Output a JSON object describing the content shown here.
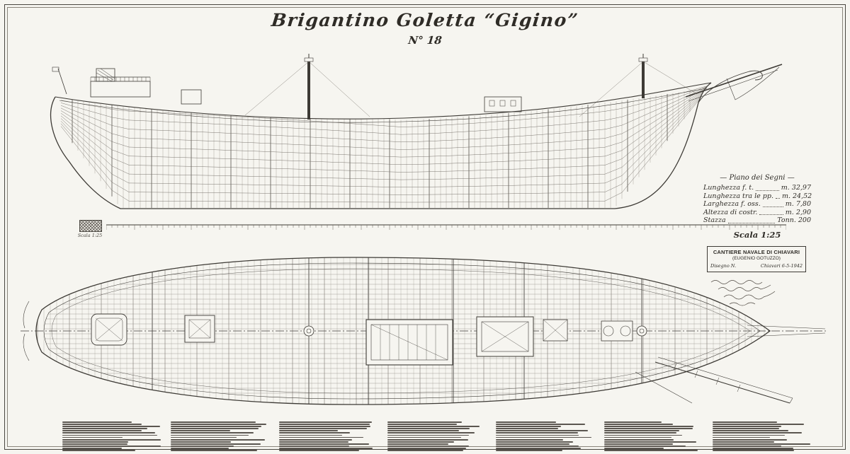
{
  "document": {
    "title": "Brigantino Goletta “Gigino”",
    "subtitle": "N° 18"
  },
  "dimensions_table": {
    "header": "— Piano dei Segni —",
    "rows": [
      {
        "label": "Lunghezza f. t.",
        "value": "m. 32,97"
      },
      {
        "label": "Lunghezza tra le pp.",
        "value": "m. 24,52"
      },
      {
        "label": "Larghezza f. oss.",
        "value": "m. 7,80"
      },
      {
        "label": "Altezza di costr.",
        "value": "m. 2,90"
      },
      {
        "label": "Stazza",
        "value": "Tonn. 200"
      }
    ],
    "scale_note": "Scala 1:25"
  },
  "scale_bar": {
    "label": "Scala 1:25"
  },
  "stamp": {
    "line1": "CANTIERE NAVALE DI CHIAVARI",
    "line2": "(EUGENIO GOTUZZO)",
    "line3": "Disegno N.",
    "line4": "Chiavari 6-5-1942"
  },
  "colors": {
    "paper": "#f6f5f0",
    "ink": "#2f2c27"
  }
}
